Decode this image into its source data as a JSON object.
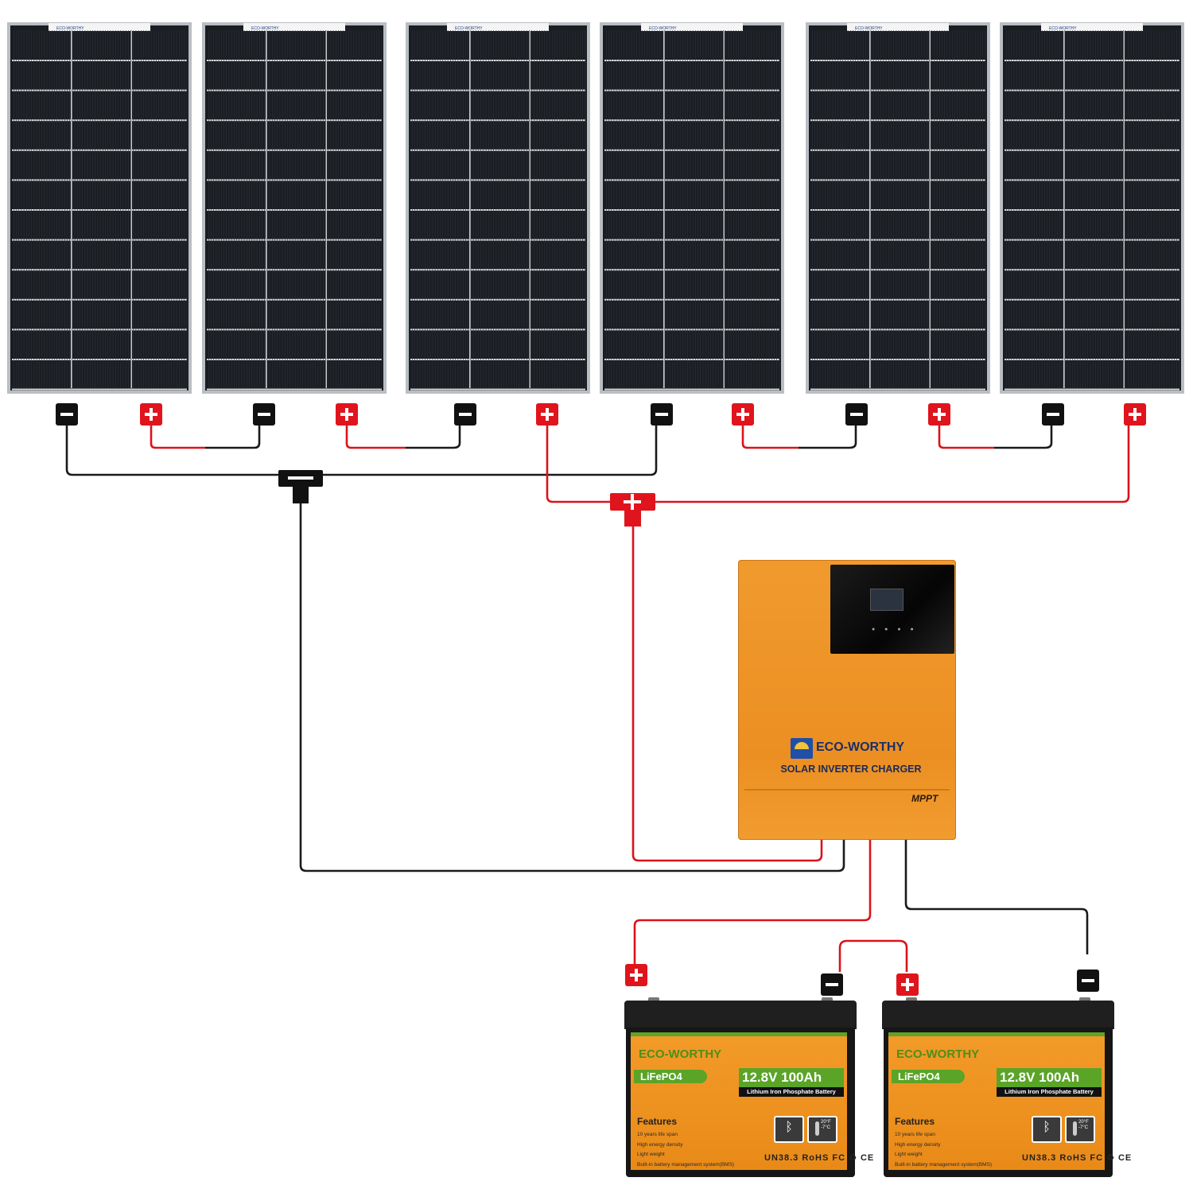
{
  "panels": {
    "count": 6,
    "label_text": "ECO-WORTHY",
    "frame_color": "#b9bec4",
    "cell_color": "#1a1d22"
  },
  "terminals": {
    "negative_color": "#111111",
    "positive_color": "#e0141c"
  },
  "wires": {
    "negative_color": "#1a1a1a",
    "positive_color": "#d9141a"
  },
  "inverter": {
    "brand": "ECO-WORTHY",
    "subtitle": "SOLAR INVERTER CHARGER",
    "badge": "MPPT",
    "body_color": "#ec8f22"
  },
  "batteries": [
    {
      "brand": "ECO-WORTHY",
      "chemistry": "LiFePO4",
      "spec": "12.8V 100Ah",
      "spec_sub": "Lithium Iron Phosphate Battery",
      "features_title": "Features",
      "features": [
        "10 years life span",
        "High energy density",
        "Light weight",
        "Built-in battery management system(BMS)"
      ],
      "certs": "UN38.3 RoHS FC ♻ CE",
      "temp_text": "20°F -7°C"
    },
    {
      "brand": "ECO-WORTHY",
      "chemistry": "LiFePO4",
      "spec": "12.8V 100Ah",
      "spec_sub": "Lithium Iron Phosphate Battery",
      "features_title": "Features",
      "features": [
        "10 years life span",
        "High energy density",
        "Light weight",
        "Built-in battery management system(BMS)"
      ],
      "certs": "UN38.3 RoHS FC ♻ CE",
      "temp_text": "20°F -7°C"
    }
  ]
}
